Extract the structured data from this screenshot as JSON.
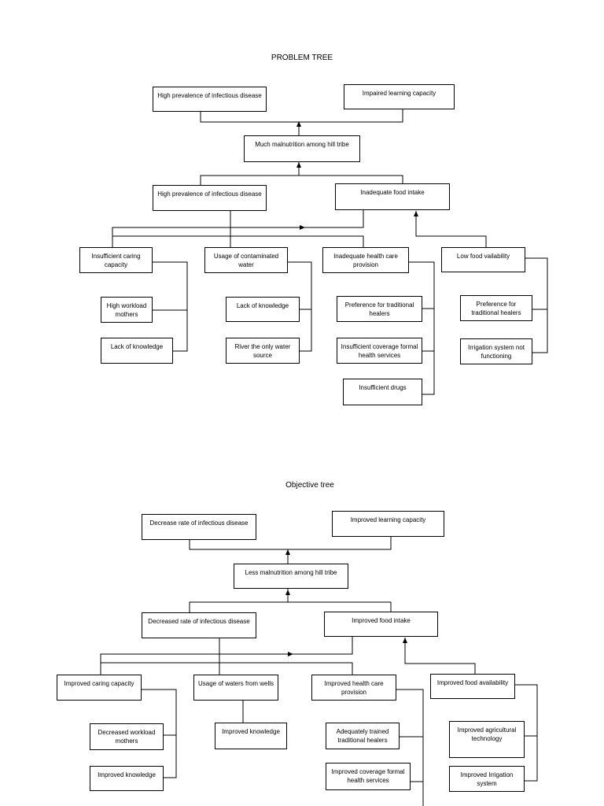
{
  "problem_tree": {
    "title": "PROBLEM TREE",
    "effect_disease": "High prevalence of infectious disease",
    "effect_learning": "Impaired learning capacity",
    "core": "Much malnutrition among hill tribe",
    "cause_disease": "High prevalence of infectious disease",
    "cause_food": "Inadequate food intake",
    "caring": "Insufficient caring capacity",
    "water": "Usage of contaminated water",
    "health": "Inadequate health care provision",
    "food_avail": "Low food vailability",
    "caring_sub1": "High workload mothers",
    "caring_sub2": "Lack of knowledge",
    "water_sub1": "Lack of knowledge",
    "water_sub2": "River the only water source",
    "health_sub1": "Preference for traditional healers",
    "health_sub2": "Insufficient coverage formal health services",
    "health_sub3": "Insufficient drugs",
    "food_sub1": "Preference for traditional healers",
    "food_sub2": "Irrigation system not functioning"
  },
  "objective_tree": {
    "title": "Objective tree",
    "effect_disease": "Decrease rate of infectious disease",
    "effect_learning": "Improved learning capacity",
    "core": "Less malnutrition among hill tribe",
    "cause_disease": "Decreased rate of infectious disease",
    "cause_food": "Improved food intake",
    "caring": "Improved caring capacity",
    "water": "Usage of waters from wells",
    "health": "Improved health care provision",
    "food_avail": "Improved food availability",
    "caring_sub1": "Decreased workload mothers",
    "caring_sub2": "Improved knowledge",
    "water_sub1": "Improved knowledge",
    "health_sub1": "Adequately trained traditional healers",
    "health_sub2": "Improved coverage formal health services",
    "food_sub1": "Improved agricultural technology",
    "food_sub2": "Improved Irrigation system"
  }
}
